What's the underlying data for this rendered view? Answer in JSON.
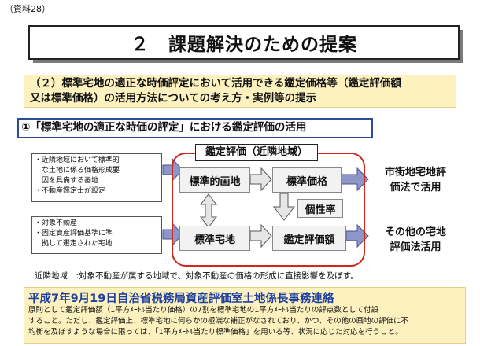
{
  "doc_ref": "（資料28）",
  "title": "２　課題解決のための提案",
  "subtitle": {
    "line1": "（２）標準宅地の適正な時価評定において活用できる鑑定価格等（鑑定評価額",
    "line2": "又は標準価格）の活用方法についての考え方・実例等の提示"
  },
  "section_heading": "①「標準宅地の適正な時価の評定」における鑑定評価の活用",
  "diagram": {
    "valuation_label": "鑑定評価（近隣地域）",
    "boxes": {
      "standard_parcel": "標準的画地",
      "standard_price": "標準価格",
      "standard_lot": "標準宅地",
      "appraised_value": "鑑定評価額"
    },
    "individuality_label": "個性率",
    "note_top": [
      "・近隣地域において標準的",
      "　な土地に係る価格形成要",
      "　因を具備する画地",
      "・不動産鑑定士が設定"
    ],
    "note_bottom": [
      "・対象不動産",
      "・固定資産評価基準に準",
      "　拠して選定された宅地"
    ],
    "result_top": [
      "市街地宅地評",
      "価法で活用"
    ],
    "result_bottom": [
      "その他の宅地",
      "評価法活用"
    ]
  },
  "footnote": "近隣地域　:対象不動産が属する地域で、対象不動産の価格の形成に直接影響を及ぼす。",
  "notice": {
    "title": "平成7年9月19日自治省税務局資産評価室土地係長事務連絡",
    "lines": [
      "原則として鑑定評価額（1平方ﾒｰﾄﾙ当たり価格）の7割を標準宅地の1平方ﾒｰﾄﾙ当たりの評点数として付設",
      "すること。ただし、鑑定評価上、標準宅地に何らかの極端な補正がなされており、かつ、その他の画地の評価に不",
      "均衡を及ぼすような場合に限っては、「1平方ﾒｰﾄﾙ当たり標準価格」を用いる等、状況に応じた対応を行うこと。"
    ]
  },
  "colors": {
    "panel_fill": "#fdf2bf",
    "frame_red": "#d0281c",
    "heading_blue": "#1f3fa0",
    "arrow_fill": "#8e96c9"
  }
}
